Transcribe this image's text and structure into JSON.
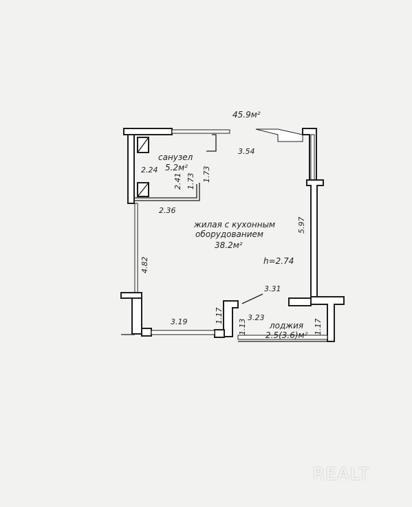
{
  "floor_plan": {
    "total_area": "45.9м²",
    "rooms": {
      "bathroom": {
        "name": "санузел",
        "area": "5.2м²"
      },
      "living": {
        "name_line1": "жилая с кухонным",
        "name_line2": "оборудованием",
        "area": "38.2м²"
      },
      "loggia": {
        "name": "лоджия",
        "area": "2.5(3.6)м²"
      }
    },
    "ceiling_height": "h=2.74",
    "dimensions": {
      "top_right": "3.54",
      "bath_left": "2.24",
      "bath_inner": "2.41",
      "bath_inner2": "1.73",
      "bath_right": "1.73",
      "bath_bottom": "2.36",
      "right_wall": "5.97",
      "left_wall": "4.82",
      "bottom_left": "3.19",
      "bottom_mid": "1.17",
      "loggia_top": "3.31",
      "loggia_width": "3.23",
      "loggia_left": "1.13",
      "loggia_right": "1.17"
    }
  },
  "watermark": "REALT"
}
